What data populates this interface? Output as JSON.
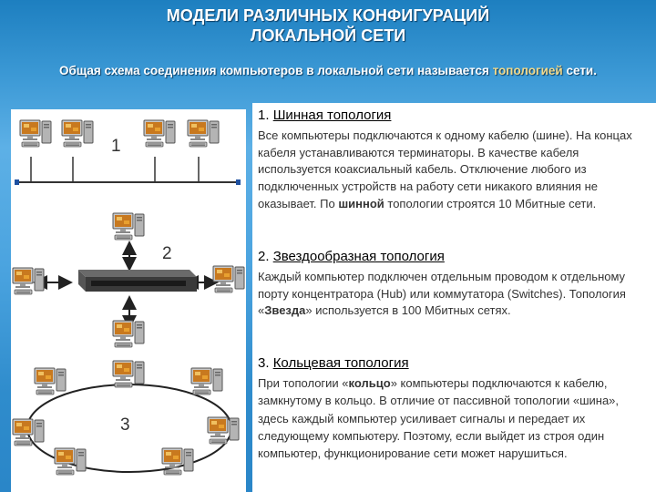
{
  "header": {
    "title_line1": "МОДЕЛИ РАЗЛИЧНЫХ КОНФИГУРАЦИЙ",
    "title_line2": "ЛОКАЛЬНОЙ СЕТИ",
    "subtitle_before": "Общая схема соединения компьютеров в локальной сети называется ",
    "subtitle_highlight": "топологией",
    "subtitle_after": " сети."
  },
  "sections": [
    {
      "number": "1.",
      "name": "Шинная топология",
      "diagram_label": "1",
      "text_before": "Все компьютеры подключаются к одному кабелю (шине). На  концах кабеля устанавливаются терминаторы. В качестве кабеля используется коаксиальный кабель. Отключение любого из подключенных устройств на работу сети никакого влияния не оказывает. По ",
      "text_bold": "шинной",
      "text_after": " топологии строятся 10 Мбитные сети."
    },
    {
      "number": "2.",
      "name": "Звездообразная топология",
      "diagram_label": "2",
      "text_before": "Каждый компьютер подключен отдельным проводом к отдельному порту концентратора (Hub) или коммутатора (Switches). Топология «",
      "text_bold": "Звезда",
      "text_after": "» используется в 100 Мбитных сетях."
    },
    {
      "number": "3.",
      "name": "Кольцевая топология",
      "diagram_label": "3",
      "text_before": "При топологии «",
      "text_bold": "кольцо",
      "text_after": "» компьютеры подключаются к кабелю, замкнутому в кольцо. В отличие от пассивной топологии «шина», здесь каждый компьютер усиливает сигналы и передает их следующему компьютеру. Поэтому, если выйдет из строя один компьютер, функционирование сети может нарушиться."
    }
  ]
}
